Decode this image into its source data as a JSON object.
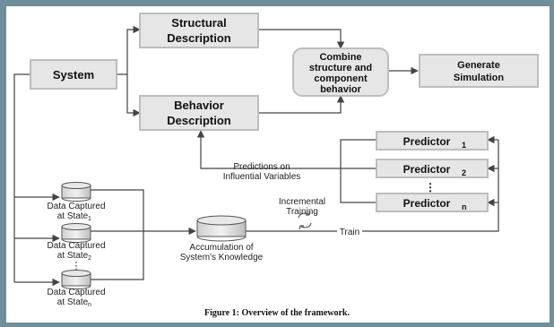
{
  "colors": {
    "frame": "#6f8f9b",
    "box_fill": "#e6e6e6",
    "box_stroke": "#bdbdbd",
    "line": "#444444"
  },
  "boxes": {
    "structural": [
      "Structural",
      "Description"
    ],
    "behavior": [
      "Behavior",
      "Description"
    ],
    "system": [
      "System"
    ],
    "combine": [
      "Combine",
      "structure and",
      "component",
      "behavior"
    ],
    "generate": [
      "Generate",
      "Simulation"
    ],
    "predictor_1": "Predictor",
    "predictor_2": "Predictor",
    "predictor_n": "Predictor",
    "predictor_1_sub": "1",
    "predictor_2_sub": "2",
    "predictor_n_sub": "n",
    "predictor_dots": "⋮"
  },
  "labels": {
    "predictions": [
      "Predictions on",
      "Influential Variables"
    ],
    "incremental": [
      "Incremental",
      "Training"
    ],
    "train": "Train",
    "accumulation": [
      "Accumulation of",
      "System's Knowledge"
    ],
    "state1": [
      "Data Captured",
      "at State"
    ],
    "state1_sub": "1",
    "state2": [
      "Data Captured",
      "at State"
    ],
    "state2_sub": "2",
    "staten": [
      "Data Captured",
      "at State"
    ],
    "staten_sub": "n",
    "db_dots": "⋮"
  },
  "caption": "Figure 1: Overview of the framework."
}
